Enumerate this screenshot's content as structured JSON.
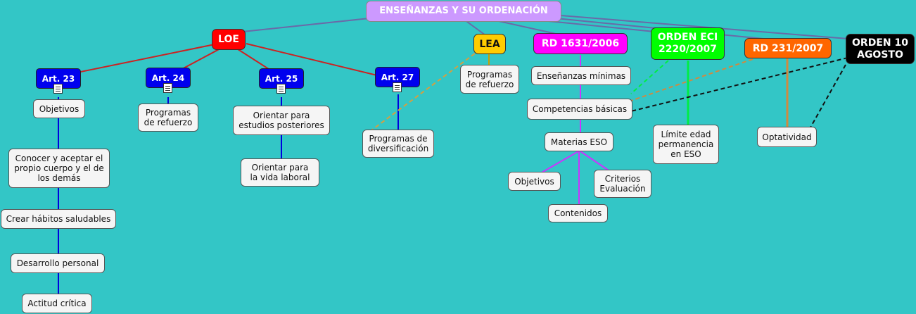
{
  "root": "ENSEÑANZAS Y SU ORDENACIÓN",
  "loe": "LOE",
  "lea": "LEA",
  "rd1631": "RD 1631/2006",
  "orden_eci": "ORDEN ECI 2220/2007",
  "rd231": "RD 231/2007",
  "orden10": "ORDEN 10 AGOSTO",
  "art23": "Art. 23",
  "art24": "Art. 24",
  "art25": "Art. 25",
  "art27": "Art. 27",
  "objetivos_23": "Objetivos",
  "conocer": "Conocer y aceptar el propio cuerpo y el de los demás",
  "habitos": "Crear hábitos saludables",
  "desarrollo": "Desarrollo personal",
  "actitud": "Actitud crítica",
  "programas_refuerzo_24": "Programas de refuerzo",
  "orientar_estudios": "Orientar para estudios posteriores",
  "orientar_laboral": "Orientar para la vida laboral",
  "programas_diversificacion": "Programas de diversificación",
  "programas_refuerzo_lea": "Programas de refuerzo",
  "ensenanzas_minimas": "Enseñanzas mínimas",
  "competencias": "Competencias básicas",
  "materias": "Materias ESO",
  "objetivos_rd": "Objetivos",
  "criterios": "Criterios Evaluación",
  "contenidos": "Contenidos",
  "limite_edad": "Límite edad permanencia en ESO",
  "optatividad": "Optatividad",
  "colors": {
    "root": "#cc99ff",
    "loe": "#ff0000",
    "lea": "#ffcc00",
    "rd1631": "#ff00ff",
    "orden_eci": "#00ff00",
    "rd231": "#ff6600",
    "orden10": "#000000",
    "art": "#0000ee"
  }
}
